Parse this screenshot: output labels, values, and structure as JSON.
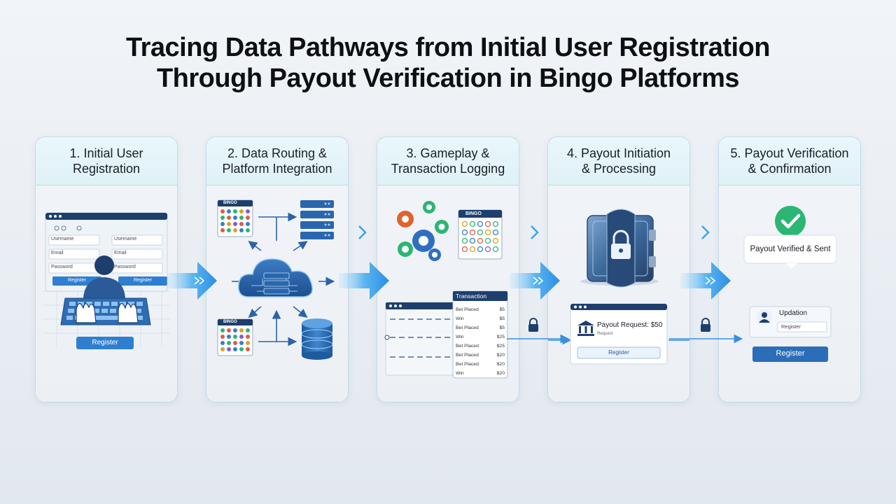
{
  "title": {
    "line1": "Tracing Data Pathways from Initial User Registration",
    "line2": "Through Payout Verification in Bingo Platforms"
  },
  "stages": [
    {
      "line1": "1. Initial User",
      "line2": "Registration"
    },
    {
      "line1": "2. Data Routing &",
      "line2": "Platform Integration"
    },
    {
      "line1": "3. Gameplay &",
      "line2": "Transaction Logging"
    },
    {
      "line1": "4. Payout Initiation",
      "line2": "& Processing"
    },
    {
      "line1": "5. Payout Verification",
      "line2": "& Confirmation"
    }
  ],
  "stage1": {
    "field_username": "Username",
    "field_email": "Email",
    "field_password": "Password",
    "form_button": "Register",
    "keyboard_button": "Register"
  },
  "stage2": {
    "card_label_top": "BINGO",
    "card_label_bottom": "BINGO"
  },
  "stage3": {
    "bingo_card_label": "BINGO",
    "transaction_title": "Transaction",
    "rows": [
      {
        "label": "Bet Placed",
        "amount": "$5"
      },
      {
        "label": "Win",
        "amount": "$5"
      },
      {
        "label": "Bet Placed",
        "amount": "$5"
      },
      {
        "label": "Win",
        "amount": "$25"
      },
      {
        "label": "Bet Placed",
        "amount": "$25"
      },
      {
        "label": "Bet Placed",
        "amount": "$20"
      },
      {
        "label": "Bet Placed",
        "amount": "$20"
      },
      {
        "label": "Win",
        "amount": "$20"
      }
    ]
  },
  "stage4": {
    "request_text": "Payout Request: $50",
    "request_sub": "Request",
    "request_button": "Register"
  },
  "stage5": {
    "verified_text": "Payout Verified & Sent",
    "update_title": "Updation",
    "update_field": "Register",
    "register_button": "Register"
  },
  "colors": {
    "accent": "#2f8fe0",
    "navy": "#1e3f6e",
    "card_border": "#c4dbe8",
    "success": "#2bb673"
  }
}
